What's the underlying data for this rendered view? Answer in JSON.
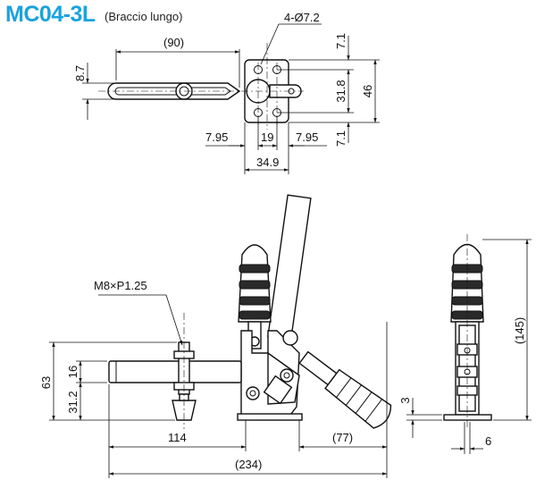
{
  "title": {
    "code": "MC04-3L",
    "subtitle": "(Braccio lungo)"
  },
  "top_view": {
    "hole_label": "4-Ø7.2",
    "dims": {
      "arm_length": "(90)",
      "arm_height": "8.7",
      "top_offset": "7.1",
      "hole_spacing_v": "31.8",
      "base_height": "46",
      "bottom_offset": "7.1",
      "left_margin": "7.95",
      "hole_spacing_h": "19",
      "right_margin": "7.95",
      "base_width": "34.9"
    }
  },
  "side_view": {
    "thread_label": "M8×P1.25",
    "dims": {
      "spindle_height": "63",
      "arm_thickness": "16",
      "spindle_low": "31.2",
      "arm_reach": "114",
      "handle_reach": "(77)",
      "overall_length": "(234)"
    }
  },
  "front_view": {
    "dims": {
      "height": "(145)",
      "base_thickness": "3",
      "width": "6"
    }
  }
}
